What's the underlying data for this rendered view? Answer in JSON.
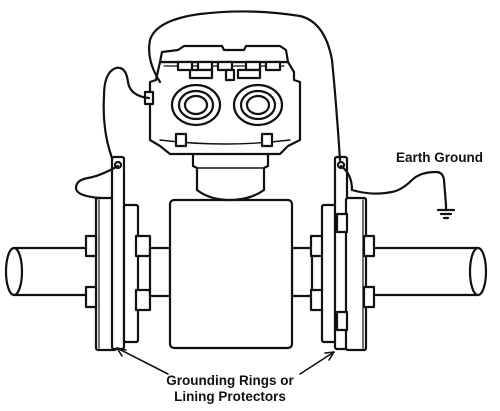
{
  "labels": {
    "earth_ground": "Earth Ground",
    "grounding_rings_line1": "Grounding Rings or",
    "grounding_rings_line2": "Lining Protectors"
  },
  "colors": {
    "stroke": "#111111",
    "fill": "#ffffff"
  }
}
